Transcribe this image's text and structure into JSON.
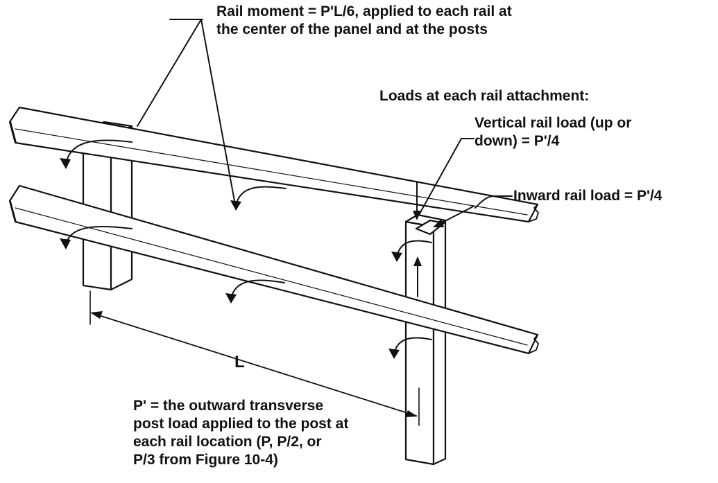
{
  "labels": {
    "rail_moment": [
      "Rail moment = P'L/6, applied to each rail at",
      "the center of the panel and at the posts"
    ],
    "loads_heading": "Loads at each rail attachment:",
    "vertical_load": [
      "Vertical rail load (up or",
      "down) = P'/4"
    ],
    "inward_load": "Inward rail load = P'/4",
    "length": "L",
    "p_prime_note": [
      "P' = the outward transverse",
      "post load applied to the post at",
      "each rail location (P, P/2, or",
      "P/3 from Figure 10-4)"
    ]
  },
  "colors": {
    "ink": "#111111",
    "paper": "#ffffff"
  }
}
